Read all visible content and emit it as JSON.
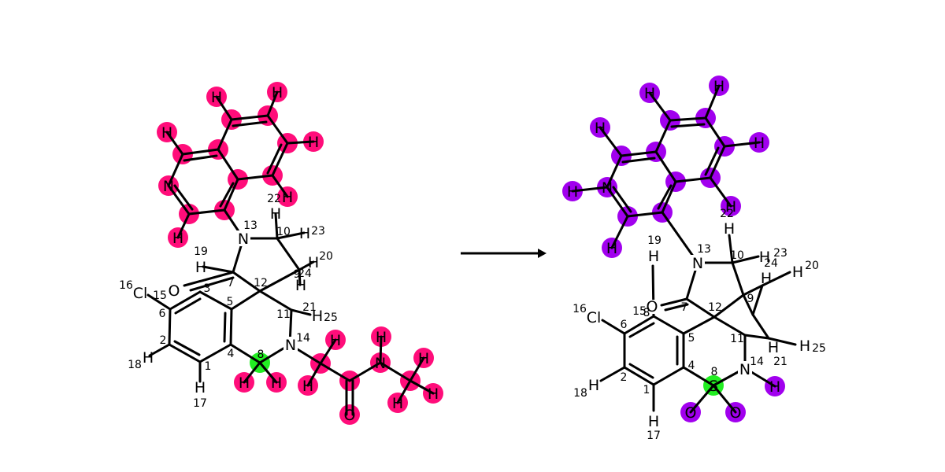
{
  "colors": {
    "reactant_highlight": "#ff0d7a",
    "product_highlight": "#a100ee",
    "reaction_center": "#22ee22",
    "bond": "#000000",
    "background": "#ffffff"
  },
  "arrow_icon": "right-arrow-icon",
  "reactant": {
    "atom_labels": [
      "H",
      "H",
      "H",
      "H",
      "H",
      "H",
      "N",
      "H",
      "H",
      "N",
      "H",
      "H",
      "H",
      "O",
      "Cl",
      "H",
      "H",
      "H",
      "H",
      "H",
      "H",
      "H",
      "N",
      "H",
      "H",
      "H",
      "O"
    ],
    "index_labels": [
      "19",
      "13",
      "10",
      "23",
      "22",
      "20",
      "24",
      "9",
      "7",
      "12",
      "16",
      "15",
      "3",
      "5",
      "6",
      "11",
      "21",
      "25",
      "14",
      "2",
      "4",
      "8",
      "1",
      "18",
      "17"
    ]
  },
  "product": {
    "atom_labels": [
      "H",
      "H",
      "H",
      "H",
      "H",
      "H",
      "N",
      "H",
      "H",
      "H",
      "N",
      "H",
      "H",
      "H",
      "H",
      "O",
      "Cl",
      "H",
      "H",
      "S",
      "N",
      "H",
      "O",
      "O",
      "H"
    ],
    "index_labels": [
      "22",
      "19",
      "13",
      "10",
      "23",
      "24",
      "20",
      "15",
      "8",
      "7",
      "12",
      "9",
      "16",
      "6",
      "5",
      "11",
      "25",
      "21",
      "14",
      "4",
      "8",
      "18",
      "2",
      "1",
      "17"
    ]
  }
}
